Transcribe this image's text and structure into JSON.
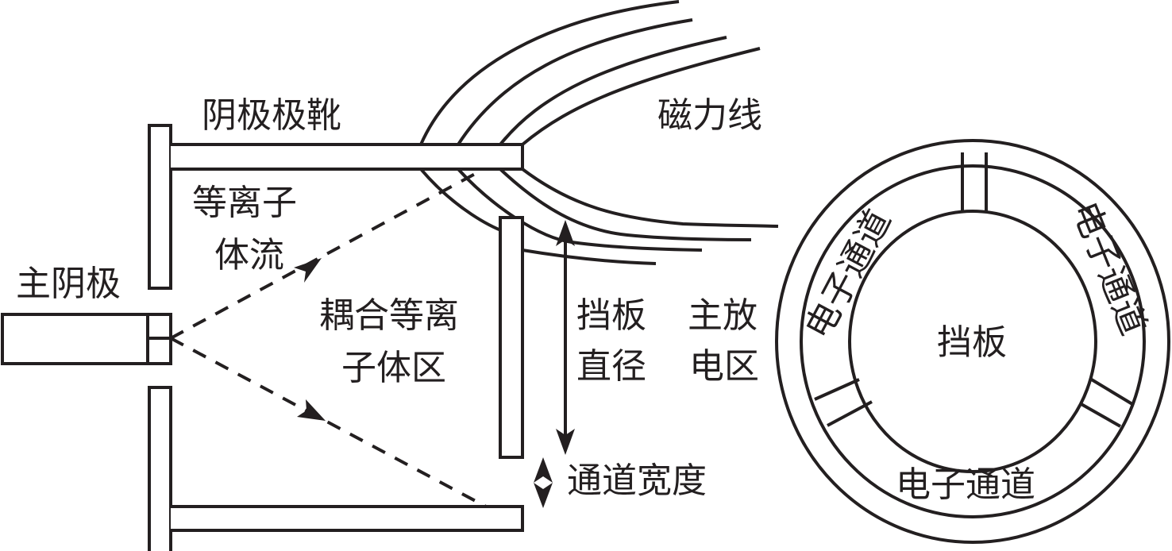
{
  "diagram": {
    "title": "",
    "colors": {
      "line": "#231f20",
      "background": "#ffffff"
    },
    "labels": {
      "main_cathode": "主阴极",
      "cathode_pole_shoe": "阴极极靴",
      "plasma_flow_line1": "等离子",
      "plasma_flow_line2": "体流",
      "coupling_plasma_line1": "耦合等离",
      "coupling_plasma_line2": "子体区",
      "magnetic_field_lines": "磁力线",
      "baffle_diameter_line1": "挡板",
      "baffle_diameter_line2": "直径",
      "main_discharge_line1": "主放",
      "main_discharge_line2": "电区",
      "channel_width": "通道宽度",
      "baffle_center": "挡板",
      "electron_channel_left": "电子通道",
      "electron_channel_right": "电子通道",
      "electron_channel_bottom": "电子通道"
    },
    "components": [
      "main-cathode",
      "cathode-pole-shoe-upper",
      "cathode-pole-shoe-lower",
      "baffle",
      "magnetic-field-lines",
      "plasma-flow-arrows",
      "baffle-diameter-arrow",
      "channel-width-arrow",
      "baffle-front-view"
    ],
    "front_view": {
      "electron_channel_count": 3,
      "support_strut_count": 3
    }
  }
}
